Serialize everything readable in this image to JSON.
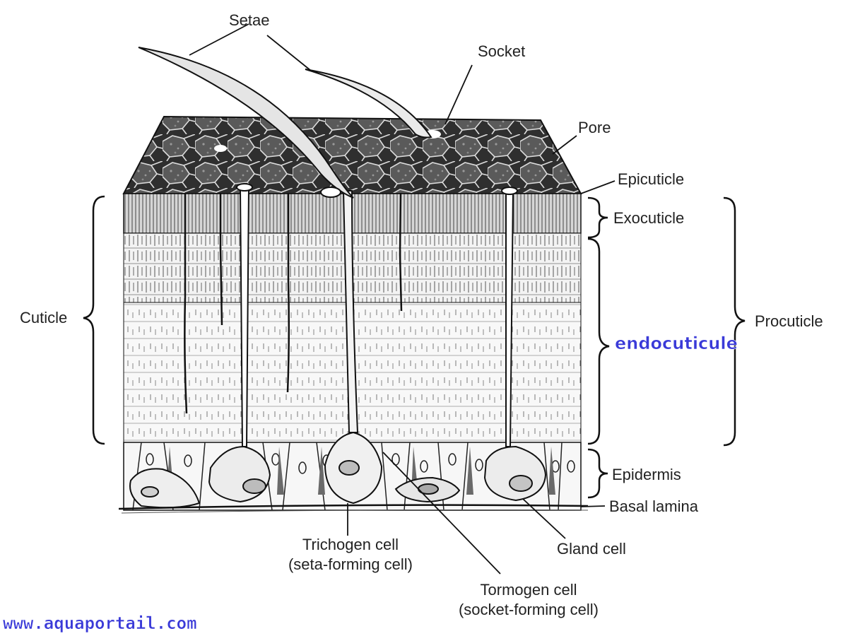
{
  "labels": {
    "setae": "Setae",
    "socket": "Socket",
    "pore": "Pore",
    "epicuticle": "Epicuticle",
    "exocuticle": "Exocuticle",
    "procuticle": "Procuticle",
    "endocuticle": "endocuticule",
    "cuticle": "Cuticle",
    "epidermis": "Epidermis",
    "basal_lamina": "Basal lamina",
    "trichogen_line1": "Trichogen cell",
    "trichogen_line2": "(seta-forming cell)",
    "tormogen_line1": "Tormogen cell",
    "tormogen_line2": "(socket-forming cell)",
    "gland_cell": "Gland cell"
  },
  "watermark": "www.aquaportail.com",
  "colors": {
    "ink": "#1e1e1e",
    "accent_text": "#3a3ad8",
    "surface_dark": "#3a3a3a",
    "exocuticle_fill": "#d9d9d9",
    "endocuticle_fill": "#f4f4f4",
    "epidermis_fill": "#f7f7f7"
  }
}
